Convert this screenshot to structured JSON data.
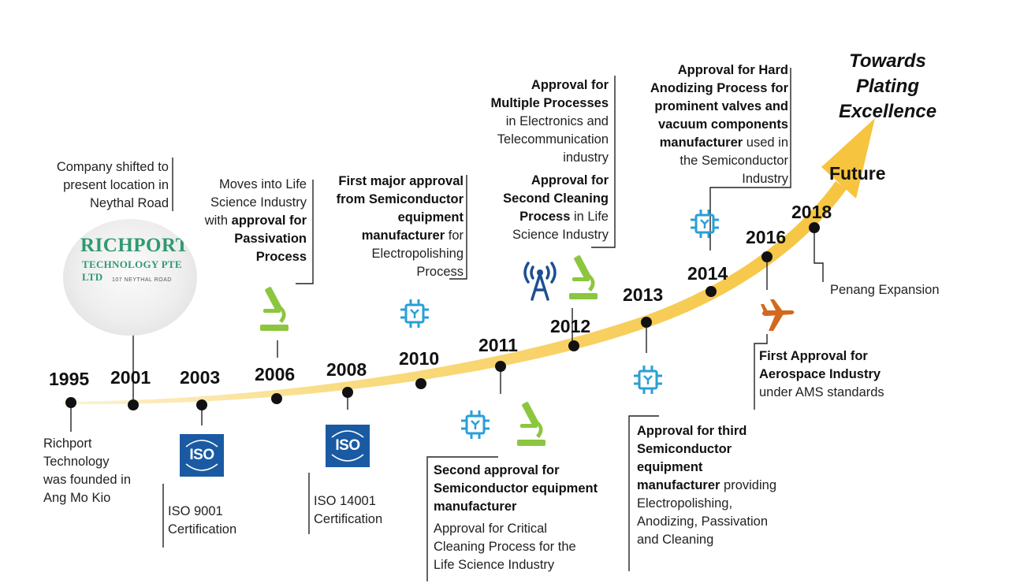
{
  "headline": {
    "line1": "Towards",
    "line2": "Plating",
    "line3": "Excellence"
  },
  "future_label": "Future",
  "colors": {
    "arrow": "#f7c948",
    "icon_blue": "#2a9fd6",
    "icon_green": "#8cc63f",
    "plane": "#d2691e",
    "iso": "#1a5aa3",
    "tower": "#1d4f91"
  },
  "logo": {
    "name": "RICHPORT",
    "subtitle": "TECHNOLOGY PTE LTD",
    "address": "107 NEYTHAL ROAD"
  },
  "iso_label": "ISO",
  "milestones": [
    {
      "year": "1995",
      "lines": [
        [
          {
            "t": "Richport"
          }
        ],
        [
          {
            "t": "Technology"
          }
        ],
        [
          {
            "t": "was founded in"
          }
        ],
        [
          {
            "t": "Ang Mo Kio"
          }
        ]
      ]
    },
    {
      "year": "2001",
      "lines": [
        [
          {
            "t": "Company shifted to"
          }
        ],
        [
          {
            "t": "present location in"
          }
        ],
        [
          {
            "t": "Neythal Road"
          }
        ]
      ]
    },
    {
      "year": "2003",
      "lines": [
        [
          {
            "t": "ISO 9001"
          }
        ],
        [
          {
            "t": "Certification"
          }
        ]
      ]
    },
    {
      "year": "2006",
      "lines": [
        [
          {
            "t": "Moves into Life"
          }
        ],
        [
          {
            "t": "Science Industry"
          }
        ],
        [
          {
            "t": "with "
          },
          {
            "t": "approval for",
            "b": true
          }
        ],
        [
          {
            "t": "Passivation",
            "b": true
          }
        ],
        [
          {
            "t": "Process",
            "b": true
          }
        ]
      ]
    },
    {
      "year": "2008",
      "lines": [
        [
          {
            "t": "ISO 14001"
          }
        ],
        [
          {
            "t": "Certification"
          }
        ]
      ]
    },
    {
      "year": "2010",
      "lines": [
        [
          {
            "t": "First major approval",
            "b": true
          }
        ],
        [
          {
            "t": "from Semiconductor",
            "b": true
          }
        ],
        [
          {
            "t": "equipment",
            "b": true
          }
        ],
        [
          {
            "t": "manufacturer",
            "b": true
          },
          {
            "t": " for"
          }
        ],
        [
          {
            "t": "Electropolishing"
          }
        ],
        [
          {
            "t": "Process"
          }
        ]
      ]
    },
    {
      "year": "2011",
      "lines": [
        [
          {
            "t": "Second approval for",
            "b": true
          }
        ],
        [
          {
            "t": "Semiconductor equipment",
            "b": true
          }
        ],
        [
          {
            "t": "manufacturer",
            "b": true
          }
        ]
      ],
      "lines_b": [
        [
          {
            "t": "Approval for Critical"
          }
        ],
        [
          {
            "t": "Cleaning Process for the"
          }
        ],
        [
          {
            "t": "Life Science Industry"
          }
        ]
      ]
    },
    {
      "year": "2012",
      "lines": [
        [
          {
            "t": "Approval for",
            "b": true
          }
        ],
        [
          {
            "t": "Multiple Processes",
            "b": true
          }
        ],
        [
          {
            "t": "in Electronics and"
          }
        ],
        [
          {
            "t": "Telecommunication"
          }
        ],
        [
          {
            "t": "industry"
          }
        ]
      ],
      "lines_b": [
        [
          {
            "t": "Approval for",
            "b": true
          }
        ],
        [
          {
            "t": "Second Cleaning",
            "b": true
          }
        ],
        [
          {
            "t": "Process",
            "b": true
          },
          {
            "t": " in Life"
          }
        ],
        [
          {
            "t": "Science Industry"
          }
        ]
      ]
    },
    {
      "year": "2013",
      "lines": [
        [
          {
            "t": "Approval for third",
            "b": true
          }
        ],
        [
          {
            "t": "Semiconductor",
            "b": true
          }
        ],
        [
          {
            "t": "equipment",
            "b": true
          }
        ],
        [
          {
            "t": "manufacturer",
            "b": true
          },
          {
            "t": " providing"
          }
        ],
        [
          {
            "t": "Electropolishing,"
          }
        ],
        [
          {
            "t": "Anodizing, Passivation"
          }
        ],
        [
          {
            "t": "and Cleaning"
          }
        ]
      ]
    },
    {
      "year": "2014",
      "lines": [
        [
          {
            "t": "Approval for Hard",
            "b": true
          }
        ],
        [
          {
            "t": "Anodizing Process for",
            "b": true
          }
        ],
        [
          {
            "t": "prominent valves and",
            "b": true
          }
        ],
        [
          {
            "t": "vacuum components",
            "b": true
          }
        ],
        [
          {
            "t": "manufacturer",
            "b": true
          },
          {
            "t": " used in"
          }
        ],
        [
          {
            "t": "the Semiconductor"
          }
        ],
        [
          {
            "t": "Industry"
          }
        ]
      ]
    },
    {
      "year": "2016",
      "lines": [
        [
          {
            "t": "First Approval for",
            "b": true
          }
        ],
        [
          {
            "t": "Aerospace Industry",
            "b": true
          }
        ],
        [
          {
            "t": "under AMS standards"
          }
        ]
      ]
    },
    {
      "year": "2018",
      "lines": [
        [
          {
            "t": "Penang Expansion"
          }
        ]
      ]
    }
  ]
}
